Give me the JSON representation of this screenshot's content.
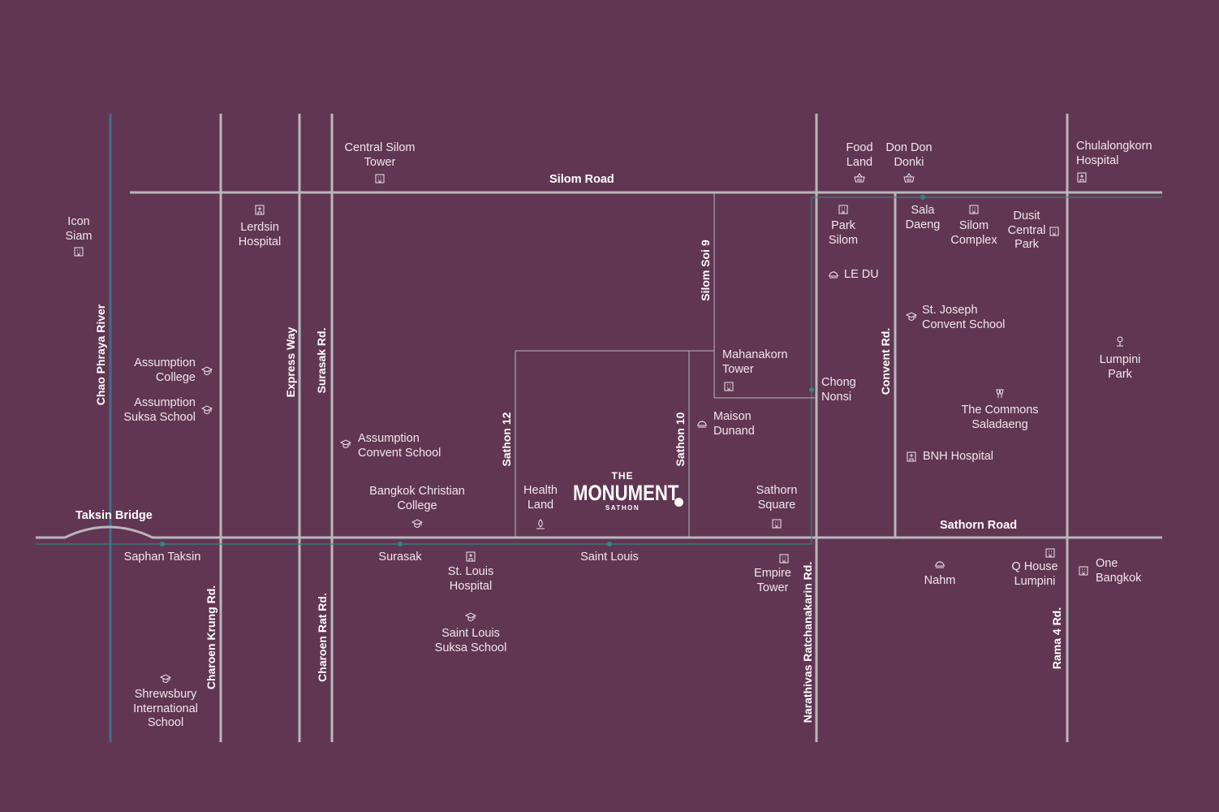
{
  "colors": {
    "background": "#613652",
    "road": "#b9b6bc",
    "river": "#3d6f8f",
    "transit": "#2d8a7e",
    "text": "#f1e6ee"
  },
  "project": {
    "the": "THE",
    "name": "MONUMENT",
    "sub": "SATHON"
  },
  "roads": {
    "silom": "Silom Road",
    "sathorn": "Sathorn Road",
    "chao_phraya": "Chao Phraya River",
    "express_way": "Express Way",
    "surasak": "Surasak Rd.",
    "silom_soi9": "Silom Soi 9",
    "convent": "Convent Rd.",
    "sathon12": "Sathon 12",
    "sathon10": "Sathon 10",
    "charoen_krung": "Charoen Krung Rd.",
    "charoen_rat": "Charoen Rat Rd.",
    "narathivas": "Narathivas Ratchanakarin Rd.",
    "rama4": "Rama 4 Rd.",
    "taksin_bridge": "Taksin Bridge"
  },
  "places": {
    "central_silom": "Central Silom\nTower",
    "food_land": "Food\nLand",
    "don_don": "Don Don\nDonki",
    "chulalongkorn": "Chulalongkorn\nHospital",
    "icon_siam": "Icon\nSiam",
    "lerdsin": "Lerdsin\nHospital",
    "park_silom": "Park\nSilom",
    "sala_daeng": "Sala\nDaeng",
    "silom_complex": "Silom\nComplex",
    "dusit": "Dusit\nCentral\nPark",
    "le_du": "LE DU",
    "st_joseph": "St. Joseph\nConvent School",
    "lumpini_park": "Lumpini\nPark",
    "assumption_college": "Assumption\nCollege",
    "assumption_suksa": "Assumption\nSuksa School",
    "mahanakorn": "Mahanakorn\nTower",
    "chong_nonsi": "Chong\nNonsi",
    "the_commons": "The Commons\nSaladaeng",
    "maison_dunand": "Maison\nDunand",
    "assumption_convent": "Assumption\nConvent School",
    "bnh": "BNH Hospital",
    "bangkok_christian": "Bangkok Christian\nCollege",
    "health_land": "Health\nLand",
    "sathorn_square": "Sathorn\nSquare",
    "saphan_taksin": "Saphan Taksin",
    "surasak": "Surasak",
    "st_louis_hospital": "St. Louis\nHospital",
    "saint_louis": "Saint Louis",
    "empire": "Empire\nTower",
    "nahm": "Nahm",
    "q_house": "Q House\nLumpini",
    "one_bangkok": "One\nBangkok",
    "saint_louis_suksa": "Saint Louis\nSuksa School",
    "shrewsbury": "Shrewsbury\nInternational\nSchool"
  },
  "icons": [
    "building-icon",
    "basket-icon",
    "hospital-icon",
    "cloche-icon",
    "graduation-cap-icon",
    "park-icon",
    "cheers-icon",
    "spa-icon"
  ]
}
